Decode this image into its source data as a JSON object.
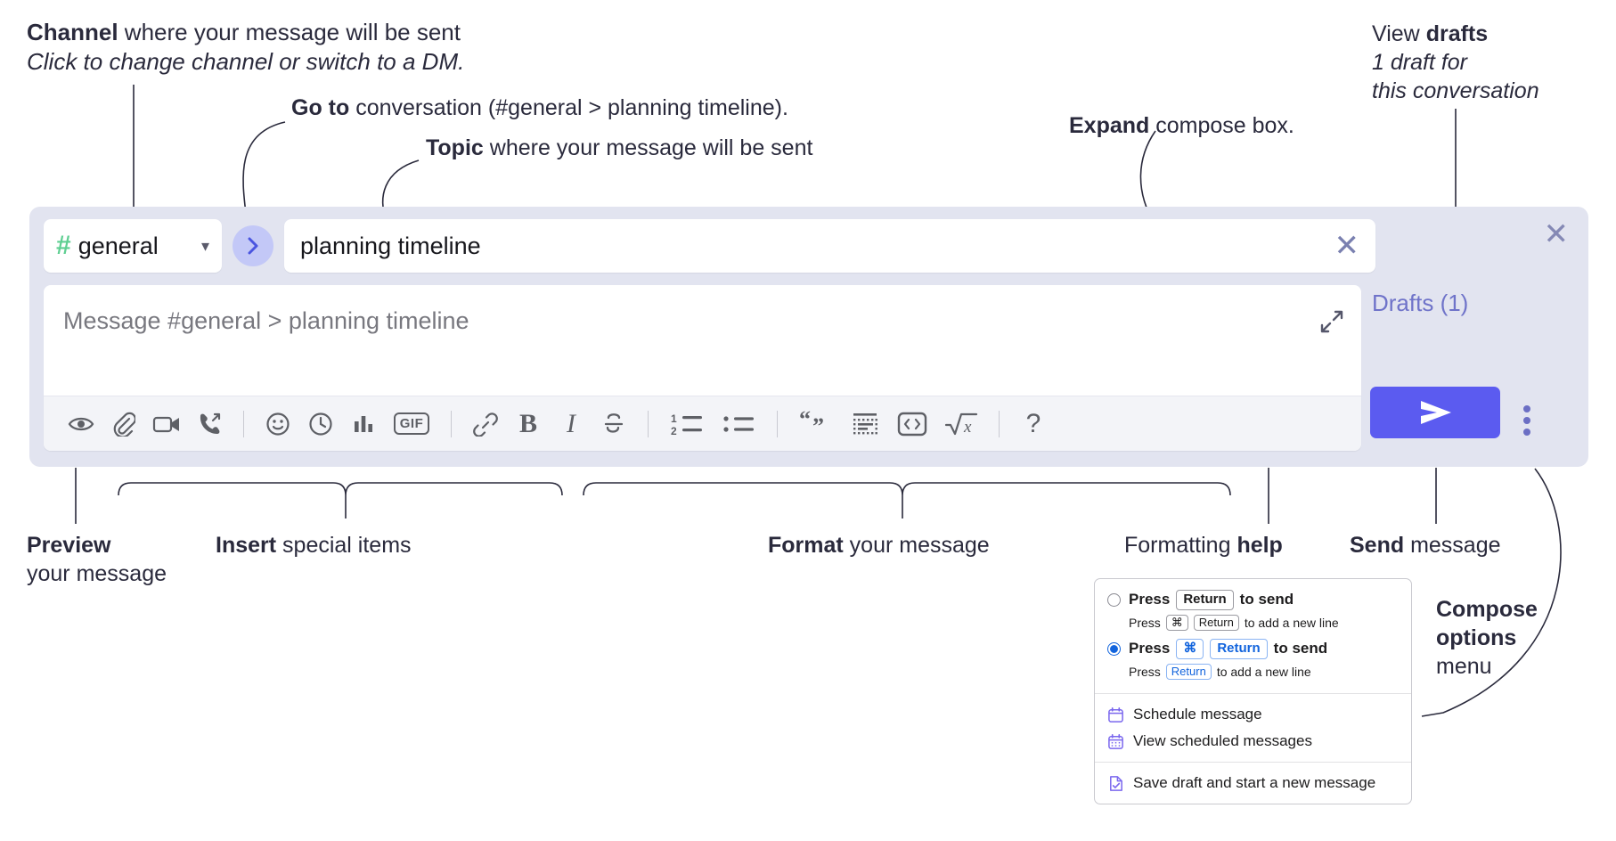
{
  "annotations": {
    "channel": {
      "bold": "Channel",
      "rest": " where your message will be sent",
      "italic": "Click to change channel or switch to a DM."
    },
    "goto": {
      "bold": "Go to",
      "rest": " conversation (#general > planning timeline)."
    },
    "topic": {
      "bold": "Topic",
      "rest": " where your message will be sent"
    },
    "expand": {
      "bold": "Expand",
      "rest": " compose box."
    },
    "drafts": {
      "pre": "View ",
      "bold": "drafts",
      "italic1": "1 draft for",
      "italic2": "this conversation"
    },
    "preview": {
      "bold": "Preview",
      "line2": "your message"
    },
    "insert": {
      "bold": "Insert",
      "rest": " special items"
    },
    "format": {
      "bold": "Format",
      "rest": " your message"
    },
    "help": {
      "pre": "Formatting ",
      "bold": "help"
    },
    "send": {
      "bold": "Send",
      "rest": " message"
    },
    "compose": {
      "bold1": "Compose",
      "bold2": "options",
      "rest": "menu"
    }
  },
  "compose": {
    "channel_name": "general",
    "channel_hash": "#",
    "chevron_icon": "chevron-down-icon",
    "go_icon": "chevron-right-icon",
    "topic_value": "planning timeline",
    "topic_clear_icon": "close-icon",
    "message_placeholder": "Message #general > planning timeline",
    "expand_icon": "expand-icon",
    "close_icon": "close-icon",
    "drafts_label": "Drafts (1)",
    "send_icon": "send-paper-plane-icon",
    "overflow_icon": "kebab-vertical-icon",
    "accent_send": "#5b5bf0",
    "panel_bg": "#e2e4f0",
    "hash_color": "#5fcf92",
    "drafts_color": "#6f73c9",
    "toolbar": [
      {
        "name": "preview-icon",
        "label": "Preview"
      },
      {
        "name": "attachment-icon",
        "label": "Attach file"
      },
      {
        "name": "video-clip-icon",
        "label": "Record video clip"
      },
      {
        "name": "audio-clip-icon",
        "label": "Record audio clip"
      },
      {
        "name": "divider",
        "label": ""
      },
      {
        "name": "emoji-icon",
        "label": "Emoji"
      },
      {
        "name": "clock-icon",
        "label": "Reminder"
      },
      {
        "name": "poll-icon",
        "label": "Poll"
      },
      {
        "name": "gif-icon",
        "label": "GIF"
      },
      {
        "name": "divider",
        "label": ""
      },
      {
        "name": "link-icon",
        "label": "Link"
      },
      {
        "name": "bold-icon",
        "label": "B"
      },
      {
        "name": "italic-icon",
        "label": "I"
      },
      {
        "name": "strikethrough-icon",
        "label": "Strikethrough"
      },
      {
        "name": "divider",
        "label": ""
      },
      {
        "name": "ordered-list-icon",
        "label": "Ordered list"
      },
      {
        "name": "bulleted-list-icon",
        "label": "Bulleted list"
      },
      {
        "name": "divider",
        "label": ""
      },
      {
        "name": "blockquote-icon",
        "label": "Blockquote"
      },
      {
        "name": "code-block-icon",
        "label": "Code block"
      },
      {
        "name": "inline-code-icon",
        "label": "Code"
      },
      {
        "name": "math-icon",
        "label": "Math"
      },
      {
        "name": "divider",
        "label": ""
      },
      {
        "name": "help-icon",
        "label": "?"
      }
    ]
  },
  "menu": {
    "options": [
      {
        "selected": false,
        "main_pre": "Press",
        "main_keys": [
          "Return"
        ],
        "main_post": "to send",
        "sub_pre": "Press",
        "sub_keys": [
          "⌘",
          "Return"
        ],
        "sub_post": "to add a new line"
      },
      {
        "selected": true,
        "main_pre": "Press",
        "main_keys": [
          "⌘",
          "Return"
        ],
        "main_post": "to send",
        "sub_pre": "Press",
        "sub_keys": [
          "Return"
        ],
        "sub_post": "to add a new line"
      }
    ],
    "items": [
      {
        "icon": "calendar-schedule-icon",
        "label": "Schedule message"
      },
      {
        "icon": "calendar-list-icon",
        "label": "View scheduled messages"
      },
      {
        "icon": "save-draft-icon",
        "label": "Save draft and start a new message"
      }
    ],
    "accent_blue": "#1264dd",
    "icon_purple": "#7b68ee"
  }
}
